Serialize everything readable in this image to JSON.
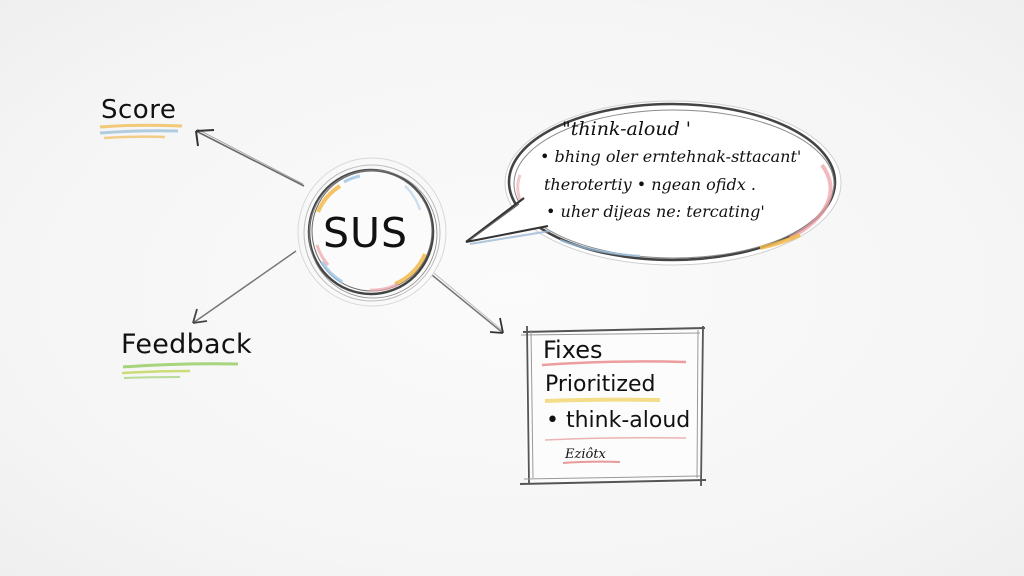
{
  "diagram": {
    "style": "hand-drawn sketch on off-white background",
    "center_node": {
      "label": "SUS",
      "shape": "circle",
      "accent_colors": [
        "#f2b84b",
        "#9cc3e4",
        "#eea3a8"
      ]
    },
    "nodes": {
      "score": {
        "label": "Score",
        "underline_colors": [
          "#f2c36b",
          "#a9c9de",
          "#f2c36b"
        ]
      },
      "feedback": {
        "label": "Feedback",
        "underline_colors": [
          "#9fcf6f",
          "#c7d86a"
        ]
      },
      "speech_bubble": {
        "lines": [
          "\"think-aloud '",
          "• bhing oler erntehnak-sttacant'",
          "therotertiy • ngean ofidx .",
          "• uher dijeas ne:  tercating'"
        ]
      },
      "fixes_box": {
        "lines": [
          "Fixes",
          "Prioritized",
          "• think-aloud",
          "Eziôtx"
        ],
        "underline_colors": [
          "#e98585",
          "#f0d46a",
          "#e7a0a0",
          "#e28080"
        ]
      }
    },
    "edges": [
      {
        "from": "SUS",
        "to": "Score",
        "type": "arrow"
      },
      {
        "from": "SUS",
        "to": "Feedback",
        "type": "arrow"
      },
      {
        "from": "SUS",
        "to": "Fixes Prioritized",
        "type": "arrow"
      },
      {
        "from": "SUS",
        "to": "think-aloud bubble",
        "type": "speech-bubble-tail"
      }
    ],
    "colors": {
      "ink": "#111111",
      "pencil": "#555555",
      "background": "#f6f6f6"
    }
  }
}
